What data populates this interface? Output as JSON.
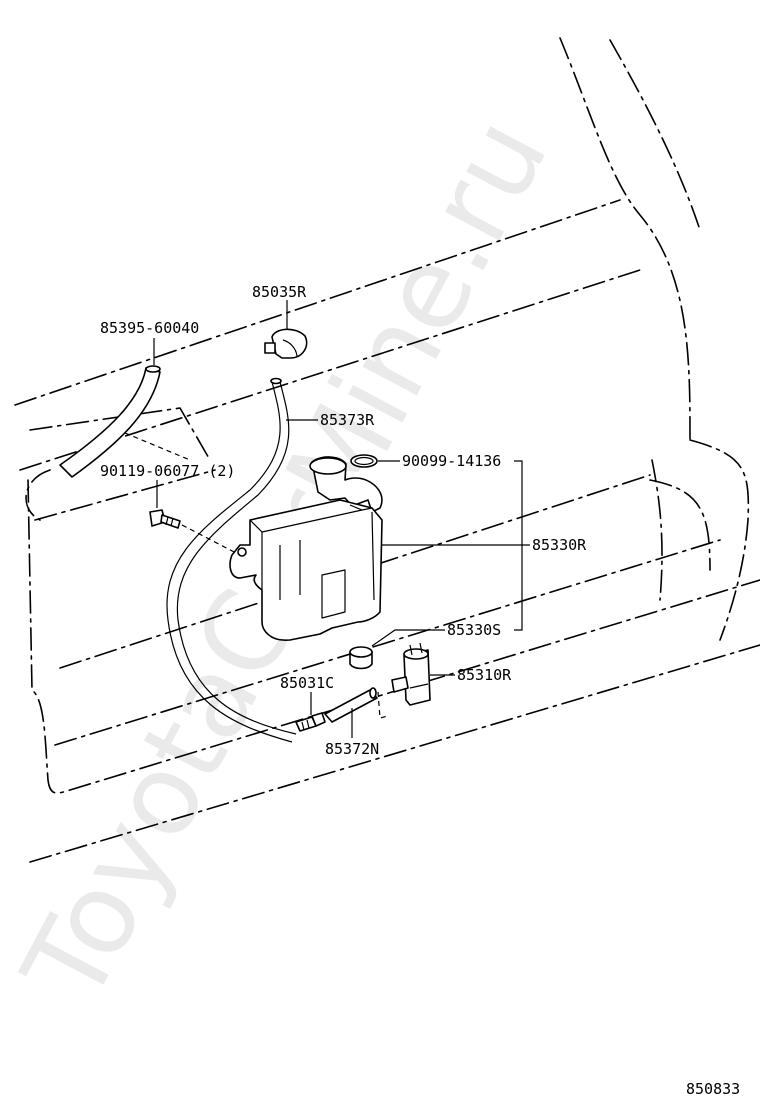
{
  "labels": {
    "hose_85395": "85395-60040",
    "nozzle_85035R": "85035R",
    "hose_85373R": "85373R",
    "bolt_90119": "90119-06077 (2)",
    "gasket_90099": "90099-14136",
    "tank_85330R": "85330R",
    "tank_85330S": "85330S",
    "grommet_85031C": "85031C",
    "pump_85310R": "85310R",
    "hose_85372N": "85372N"
  },
  "figure_number": "850833",
  "watermark": "ToyotaCarMine.ru"
}
